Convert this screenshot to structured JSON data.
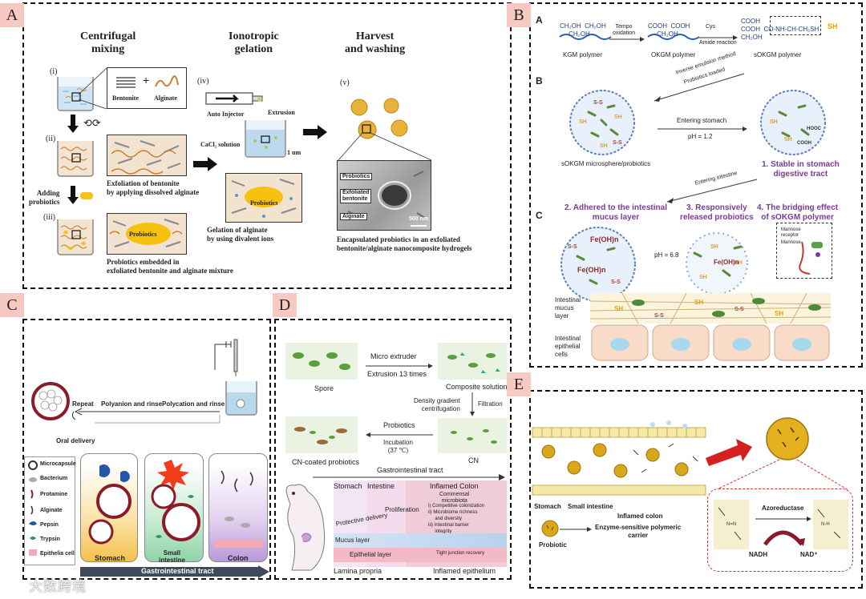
{
  "panels": {
    "a": {
      "label": "A"
    },
    "b": {
      "label": "B"
    },
    "c": {
      "label": "C"
    },
    "d": {
      "label": "D"
    },
    "e": {
      "label": "E"
    }
  },
  "panel_a": {
    "col1_title": "Centrifugal\nmixing",
    "col2_title": "Ionotropic\ngelation",
    "col3_title": "Harvest\nand washing",
    "step_i": "(i)",
    "step_ii": "(ii)",
    "step_iii": "(iii)",
    "step_iv": "(iv)",
    "step_v": "(v)",
    "bentonite": "Bentonite",
    "plus": "+",
    "alginate": "Alginate",
    "exfoliation_caption": "Exfoliation of bentonite\nby applying dissolved alginate",
    "adding_probiotics": "Adding\nprobiotics",
    "probiotics": "Probiotics",
    "embedded_caption": "Probiotics embedded in\nexfoliated bentonite and alginate mixture",
    "auto_injector": "Auto Injector",
    "extrusion": "Extrusion",
    "cacl2": "CaCl₂ solution",
    "scale_1um": "1 um",
    "gelation_caption": "Gelation of alginate\nby using divalent ions",
    "sem_probiotics": "Probiotics",
    "sem_exfoliated": "Exfoliated\nbentonite",
    "sem_alginate": "Alginate",
    "sem_scale": "500 nm",
    "encapsulated_caption": "Encapsulated probiotics in an exfoliated\nbentonite/alginate nanocomposite hydrogels"
  },
  "panel_b": {
    "sub_a": "A",
    "sub_b": "B",
    "sub_c": "C",
    "kgm_formula": "CH₂OH  CH₂OH\n     CH₂OH",
    "kgm_polymer": "KGM polymer",
    "tempo": "Tempo\noxidation",
    "okgm_formula": "COOH  COOH\n     CH₂OH",
    "okgm_polymer": "OKGM polymer",
    "cys": "Cys",
    "amide": "Amide reaction",
    "sokgm_formula": "COOH\nCOOH  CO-NH-CH-CH₂SH\nCH₂OH",
    "sokgm_polymer": "sOKGM polymer",
    "sh": "SH",
    "inverse_emulsion": "Inverse emulsion method",
    "probiotics_loaded": "Probiotics loaded",
    "entering_stomach": "Entering stomach",
    "ph_12": "pH = 1.2",
    "microsphere": "sOKGM microsphere/probiotics",
    "stable": "1. Stable in stomach\ndigestive tract",
    "entering_intestine": "Entering intestine",
    "adhered": "2. Adhered to the intestinal\nmucus layer",
    "released": "3. Responsively\nreleased probiotics",
    "bridging": "4. The bridging effect\nof sOKGM polymer",
    "fe_oh": "Fe(OH)n",
    "ph_68": "pH = 6.8",
    "mannose_receptor": "Mannose\nreceptor",
    "mannose": "Mannose",
    "mucus_layer": "Intestinal\nmucus\nlayer",
    "epithelial": "Intestinal\nepithelial\ncells"
  },
  "panel_c": {
    "repeat": "Repeat",
    "polyanion": "Polyanion and rinse",
    "polycation": "Polycation and rinse",
    "oral_delivery": "Oral delivery",
    "legend": [
      "Microcapsule",
      "Bacterium",
      "Protamine",
      "Alginate",
      "Pepsin",
      "Trypsin",
      "Epithelia cell"
    ],
    "stomach": "Stomach",
    "small_intestine": "Small\nintestine",
    "colon": "Colon",
    "tract": "Gastrointestinal tract"
  },
  "panel_d": {
    "spore": "Spore",
    "micro_extruder": "Micro extruder",
    "extrusion13": "Extrusion 13 times",
    "composite": "Composite solution",
    "density": "Density gradient\ncentrifugation",
    "filtration": "Filtration",
    "probiotics": "Probiotics",
    "incubation": "Incubation\n(37 ℃)",
    "cn_coated": "CN-coated probiotics",
    "cn": "CN",
    "gi_tract": "Gastrointestinal tract",
    "stomach": "Stomach",
    "intestine": "Intestine",
    "inflamed_colon": "Inflamed Colon",
    "commensal": "Commensal\nmicrobiota",
    "proliferation": "Proliferation",
    "items": "i) Competitive colonization\nii) Microbiome richness\n     and diversity\niii) Intestinal barrier\n     integrity",
    "protective": "Protective delivery",
    "mucus": "Mucus layer",
    "epithelial": "Epithelial layer",
    "tight_junction": "Tight junction recovery",
    "lamina": "Lamina propria",
    "inflamed_epi": "Inflamed epithelium"
  },
  "panel_e": {
    "stomach": "Stomach",
    "small_intestine": "Small intestine",
    "inflamed_colon": "Inflamed colon",
    "probiotic": "Probiotic",
    "carrier": "Enzyme-sensitive polymeric\ncarrier",
    "azoreductase": "Azoreductase",
    "nadh": "NADH",
    "nad": "NAD⁺"
  },
  "watermark": "大数跨境"
}
